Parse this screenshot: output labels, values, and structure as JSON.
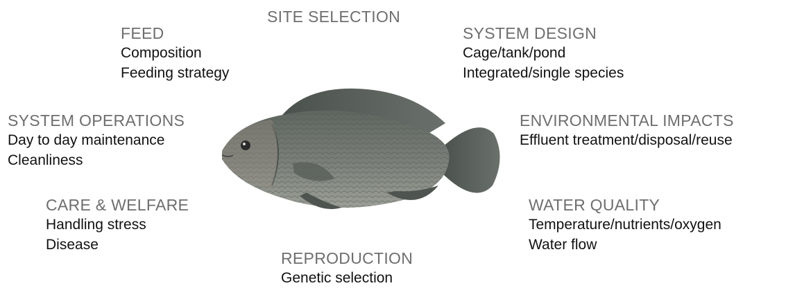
{
  "topics": {
    "site_selection": {
      "heading": "SITE SELECTION",
      "lines": []
    },
    "feed": {
      "heading": "FEED",
      "lines": [
        "Composition",
        "Feeding strategy"
      ]
    },
    "system_design": {
      "heading": "SYSTEM DESIGN",
      "lines": [
        "Cage/tank/pond",
        "Integrated/single species"
      ]
    },
    "system_operations": {
      "heading": "SYSTEM OPERATIONS",
      "lines": [
        "Day to day maintenance",
        "Cleanliness"
      ]
    },
    "environmental_impacts": {
      "heading": "ENVIRONMENTAL IMPACTS",
      "lines": [
        "Effluent treatment/disposal/reuse"
      ]
    },
    "care_welfare": {
      "heading": "CARE & WELFARE",
      "lines": [
        "Handling stress",
        "Disease"
      ]
    },
    "water_quality": {
      "heading": "WATER QUALITY",
      "lines": [
        "Temperature/nutrients/oxygen",
        "Water flow"
      ]
    },
    "reproduction": {
      "heading": "REPRODUCTION",
      "lines": [
        "Genetic selection"
      ]
    }
  },
  "colors": {
    "heading": "#6e6e6e",
    "text": "#111111",
    "fish_body": "#6f756e",
    "fish_fin": "#4e5450"
  },
  "icons": {
    "center_image": "tilapia-fish-icon"
  }
}
